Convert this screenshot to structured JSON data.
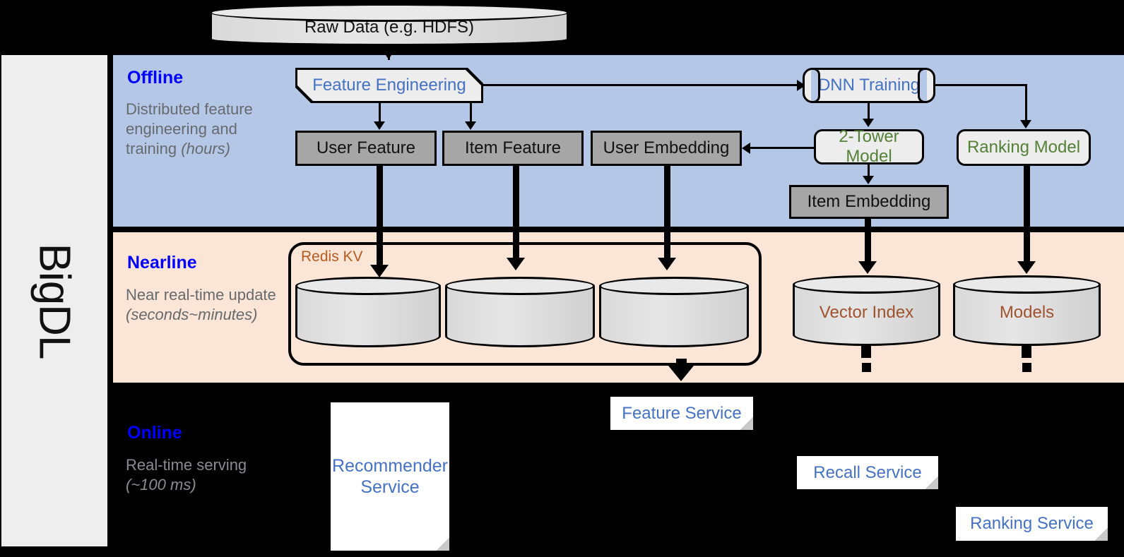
{
  "platform": {
    "name": "BigDL"
  },
  "source": {
    "label": "Raw Data (e.g. HDFS)"
  },
  "bands": {
    "offline": {
      "title": "Offline",
      "subtitle_plain": "Distributed feature engineering and training ",
      "subtitle_italic": "(hours)",
      "bg_color": "#b4c7e7"
    },
    "nearline": {
      "title": "Nearline",
      "subtitle_plain": "Near real-time update ",
      "subtitle_italic": "(seconds~minutes)",
      "bg_color": "#fbe5d6"
    },
    "online": {
      "title": "Online",
      "subtitle_plain": "Real-time serving ",
      "subtitle_italic": "(~100 ms)",
      "bg_color": "#000000"
    }
  },
  "offline_nodes": {
    "feature_engineering": "Feature Engineering",
    "dnn_training": "DNN Training",
    "user_feature": "User Feature",
    "item_feature": "Item Feature",
    "user_embedding": "User Embedding",
    "two_tower_model": "2-Tower Model",
    "ranking_model": "Ranking Model",
    "item_embedding": "Item Embedding"
  },
  "nearline_nodes": {
    "redis_group_label": "Redis KV",
    "redis_stores": [
      "",
      "",
      ""
    ],
    "vector_index": "Vector Index",
    "models": "Models"
  },
  "online_nodes": {
    "recommender_service": "Recommender Service",
    "feature_service": "Feature Service",
    "recall_service": "Recall Service",
    "ranking_service": "Ranking Service"
  },
  "colors": {
    "title_blue": "#0000ff",
    "node_blue": "#4472c4",
    "node_green": "#538135",
    "cylinder_brown": "#a0522d",
    "redis_label": "#b55c1e",
    "gray_node": "#a6a6a6",
    "subtitle_gray": "#666a6d"
  }
}
